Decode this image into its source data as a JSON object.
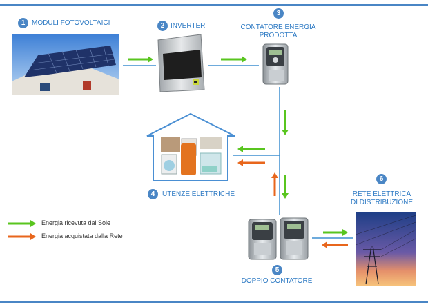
{
  "colors": {
    "accent": "#4a86c5",
    "label": "#2f7bc4",
    "green_arrow": "#59c51f",
    "orange_arrow": "#e8661c",
    "line": "#3f8fd0"
  },
  "steps": [
    {
      "num": "1",
      "label": "MODULI FOTOVOLTAICI"
    },
    {
      "num": "2",
      "label": "INVERTER"
    },
    {
      "num": "3",
      "label_line1": "CONTATORE ENERGIA",
      "label_line2": "PRODOTTA"
    },
    {
      "num": "4",
      "label": "UTENZE ELETTRICHE"
    },
    {
      "num": "5",
      "label": "DOPPIO CONTATORE"
    },
    {
      "num": "6",
      "label_line1": "RETE ELETTRICA",
      "label_line2": "DI DISTRIBUZIONE"
    }
  ],
  "legend": [
    {
      "text": "Energia ricevuta dal Sole",
      "color": "green"
    },
    {
      "text": "Energia acquistata dalla Rete",
      "color": "orange"
    }
  ]
}
